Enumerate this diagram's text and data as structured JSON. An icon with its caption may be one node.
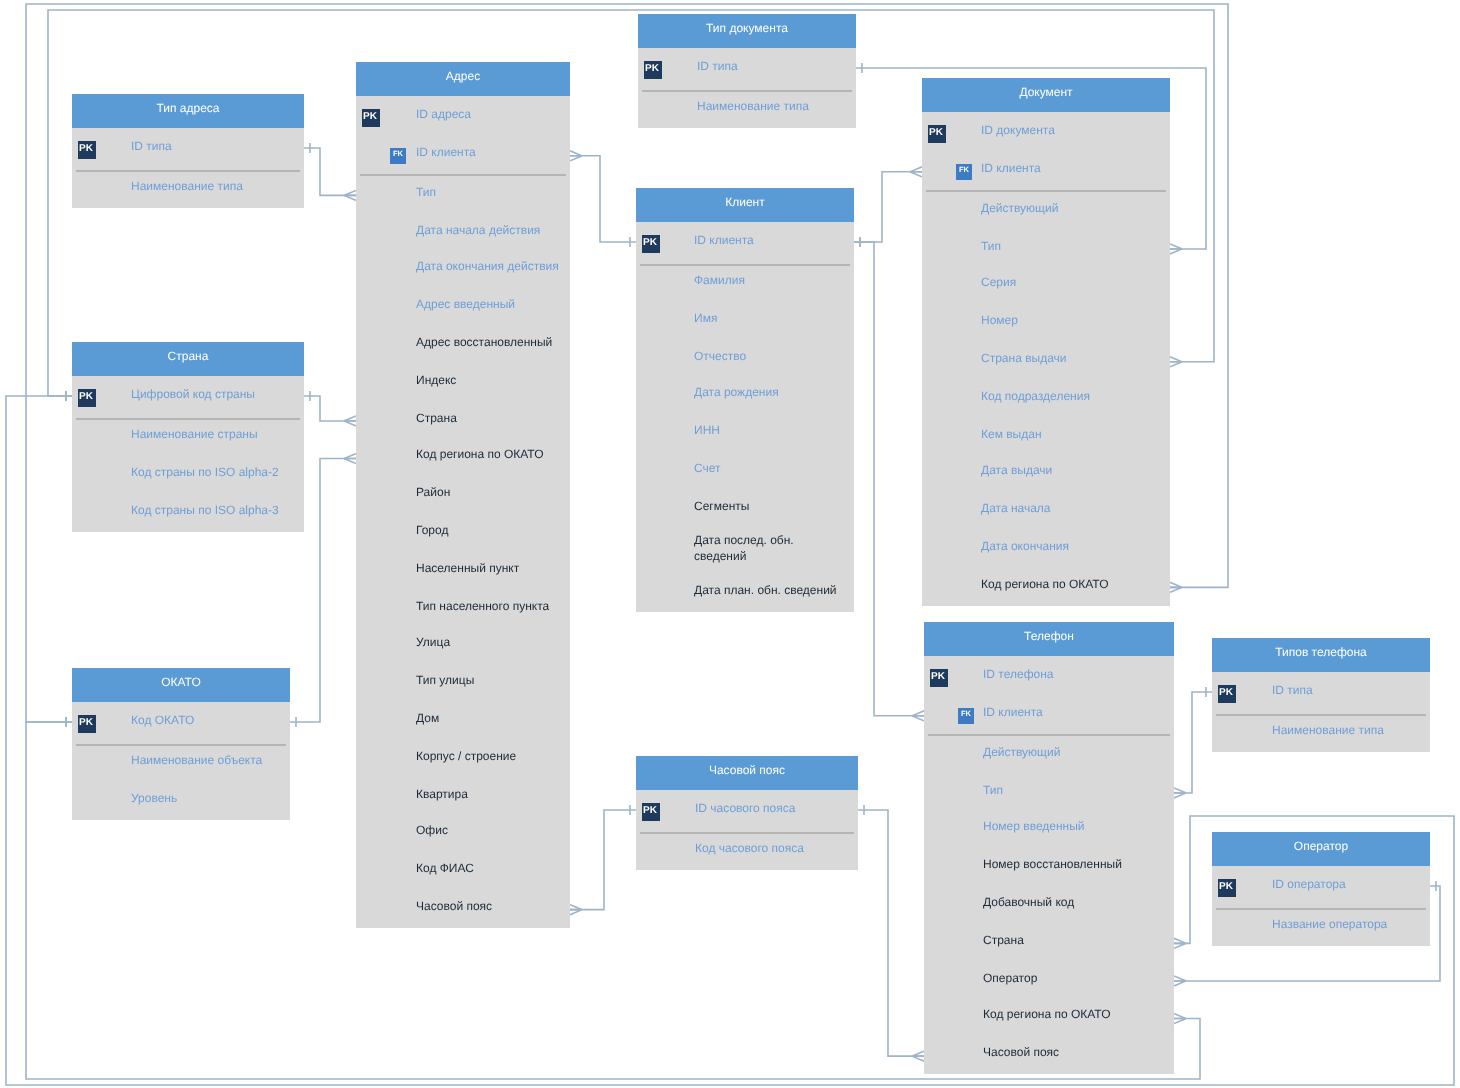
{
  "diagram": {
    "nodes": [
      {
        "text": [
          "Тип адреса"
        ]
      },
      {
        "text": [
          "PK",
          "ID типа"
        ],
        "in": 0
      },
      {
        "text": [
          "Наименование типа"
        ],
        "in": 0
      },
      {
        "text": [
          "Страна"
        ]
      },
      {
        "text": [
          "PK",
          "Цифровой код страны"
        ],
        "in": 3
      },
      {
        "text": [
          "Наименование страны"
        ],
        "in": 3
      },
      {
        "text": [
          "Код страны по ISO alpha-2"
        ],
        "in": 3
      },
      {
        "text": [
          "Код страны по ISO alpha-3"
        ],
        "in": 3
      },
      {
        "text": [
          "ОКАТО"
        ]
      },
      {
        "text": [
          "PK",
          "Код ОКАТО"
        ],
        "in": 8
      },
      {
        "text": [
          "Наименование объекта"
        ],
        "in": 8
      },
      {
        "text": [
          "Уровень"
        ],
        "in": 8
      },
      {
        "text": [
          "Адрес"
        ]
      },
      {
        "text": [
          "PK",
          "ID адреса"
        ],
        "in": 12
      },
      {
        "text": [
          "FK",
          "ID клиента"
        ],
        "in": 12
      },
      {
        "text": [
          "Тип"
        ],
        "in": 12
      },
      {
        "text": [
          "Дата начала действия"
        ],
        "in": 12
      },
      {
        "text": [
          "Дата окончания действия"
        ],
        "in": 12
      },
      {
        "text": [
          "Адрес введенный"
        ],
        "in": 12
      },
      {
        "text": [
          "Адрес восстановленный"
        ],
        "in": 12
      },
      {
        "text": [
          "Индекс"
        ],
        "in": 12
      },
      {
        "text": [
          "Страна"
        ],
        "in": 12
      },
      {
        "text": [
          "Код региона по ОКАТО"
        ],
        "in": 12
      },
      {
        "text": [
          "Район"
        ],
        "in": 12
      },
      {
        "text": [
          "Город"
        ],
        "in": 12
      },
      {
        "text": [
          "Населенный пункт"
        ],
        "in": 12
      },
      {
        "text": [
          "Тип населенного пункта"
        ],
        "in": 12
      },
      {
        "text": [
          "Улица"
        ],
        "in": 12
      },
      {
        "text": [
          "Тип улицы"
        ],
        "in": 12
      },
      {
        "text": [
          "Дом"
        ],
        "in": 12
      },
      {
        "text": [
          "Корпус / строение"
        ],
        "in": 12
      },
      {
        "text": [
          "Квартира"
        ],
        "in": 12
      },
      {
        "text": [
          "Офис"
        ],
        "in": 12
      },
      {
        "text": [
          "Код ФИАС"
        ],
        "in": 12
      },
      {
        "text": [
          "Часовой пояс"
        ],
        "in": 12
      },
      {
        "text": [
          "Тип документа"
        ]
      },
      {
        "text": [
          "PK",
          "ID типа"
        ],
        "in": 35
      },
      {
        "text": [
          "Наименование типа"
        ],
        "in": 35
      },
      {
        "text": [
          "Клиент"
        ]
      },
      {
        "text": [
          "PK",
          "ID клиента"
        ],
        "in": 38
      },
      {
        "text": [
          "Фамилия"
        ],
        "in": 38
      },
      {
        "text": [
          "Имя"
        ],
        "in": 38
      },
      {
        "text": [
          "Отчество"
        ],
        "in": 38
      },
      {
        "text": [
          "Дата рождения"
        ],
        "in": 38
      },
      {
        "text": [
          "ИНН"
        ],
        "in": 38
      },
      {
        "text": [
          "Счет"
        ],
        "in": 38
      },
      {
        "text": [
          "Сегменты"
        ],
        "in": 38
      },
      {
        "text": [
          "Дата послед. обн. сведений"
        ],
        "in": 38
      },
      {
        "text": [
          "Дата план. обн. сведений"
        ],
        "in": 38
      },
      {
        "text": [
          "Часовой пояс"
        ]
      },
      {
        "text": [
          "PK",
          "ID часового пояса"
        ],
        "in": 49
      },
      {
        "text": [
          "Код часового пояса"
        ],
        "in": 49
      },
      {
        "text": [
          "Документ"
        ]
      },
      {
        "text": [
          "PK",
          "ID документа"
        ],
        "in": 52
      },
      {
        "text": [
          "FK",
          "ID клиента"
        ],
        "in": 52
      },
      {
        "text": [
          "Действующий"
        ],
        "in": 52
      },
      {
        "text": [
          "Тип"
        ],
        "in": 52
      },
      {
        "text": [
          "Серия"
        ],
        "in": 52
      },
      {
        "text": [
          "Номер"
        ],
        "in": 52
      },
      {
        "text": [
          "Страна выдачи"
        ],
        "in": 52
      },
      {
        "text": [
          "Код подразделения"
        ],
        "in": 52
      },
      {
        "text": [
          "Кем выдан"
        ],
        "in": 52
      },
      {
        "text": [
          "Дата выдачи"
        ],
        "in": 52
      },
      {
        "text": [
          "Дата начала"
        ],
        "in": 52
      },
      {
        "text": [
          "Дата окончания"
        ],
        "in": 52
      },
      {
        "text": [
          "Код региона по ОКАТО"
        ],
        "in": 52
      },
      {
        "text": [
          "Телефон"
        ]
      },
      {
        "text": [
          "PK",
          "ID телефона"
        ],
        "in": 66
      },
      {
        "text": [
          "FK",
          "ID клиента"
        ],
        "in": 66
      },
      {
        "text": [
          "Действующий"
        ],
        "in": 66
      },
      {
        "text": [
          "Тип"
        ],
        "in": 66
      },
      {
        "text": [
          "Номер введенный"
        ],
        "in": 66
      },
      {
        "text": [
          "Номер восстановленный"
        ],
        "in": 66
      },
      {
        "text": [
          "Добавочный код"
        ],
        "in": 66
      },
      {
        "text": [
          "Страна"
        ],
        "in": 66
      },
      {
        "text": [
          "Оператор"
        ],
        "in": 66
      },
      {
        "text": [
          "Код региона по ОКАТО"
        ],
        "in": 66
      },
      {
        "text": [
          "Часовой пояс"
        ],
        "in": 66
      },
      {
        "text": [
          "Типов телефона"
        ]
      },
      {
        "text": [
          "PK",
          "ID типа"
        ],
        "in": 78
      },
      {
        "text": [
          "Наименование типа"
        ],
        "in": 78
      },
      {
        "text": [
          "Оператор"
        ]
      },
      {
        "text": [
          "PK",
          "ID оператора"
        ],
        "in": 81
      },
      {
        "text": [
          "Название оператора"
        ],
        "in": 81
      }
    ],
    "edges": [
      {
        "from": 1,
        "to": 15,
        "arrow": "other"
      },
      {
        "from": 4,
        "to": 21,
        "arrow": "other"
      },
      {
        "from": 9,
        "to": 22,
        "arrow": "other"
      },
      {
        "from": 39,
        "to": 14,
        "arrow": "other"
      },
      {
        "from": 50,
        "to": 34,
        "arrow": "other"
      },
      {
        "from": 39,
        "to": 54,
        "arrow": "other"
      },
      {
        "from": 39,
        "to": 68,
        "arrow": "other"
      },
      {
        "from": 36,
        "to": 56,
        "arrow": "other"
      },
      {
        "from": 4,
        "to": 59,
        "arrow": "other"
      },
      {
        "from": 9,
        "to": 65,
        "arrow": "other"
      },
      {
        "from": 79,
        "to": 70,
        "arrow": "other"
      },
      {
        "from": 4,
        "to": 74,
        "arrow": "other"
      },
      {
        "from": 82,
        "to": 75,
        "arrow": "other"
      },
      {
        "from": 9,
        "to": 76,
        "arrow": "other"
      },
      {
        "from": 50,
        "to": 77,
        "arrow": "other"
      }
    ]
  }
}
